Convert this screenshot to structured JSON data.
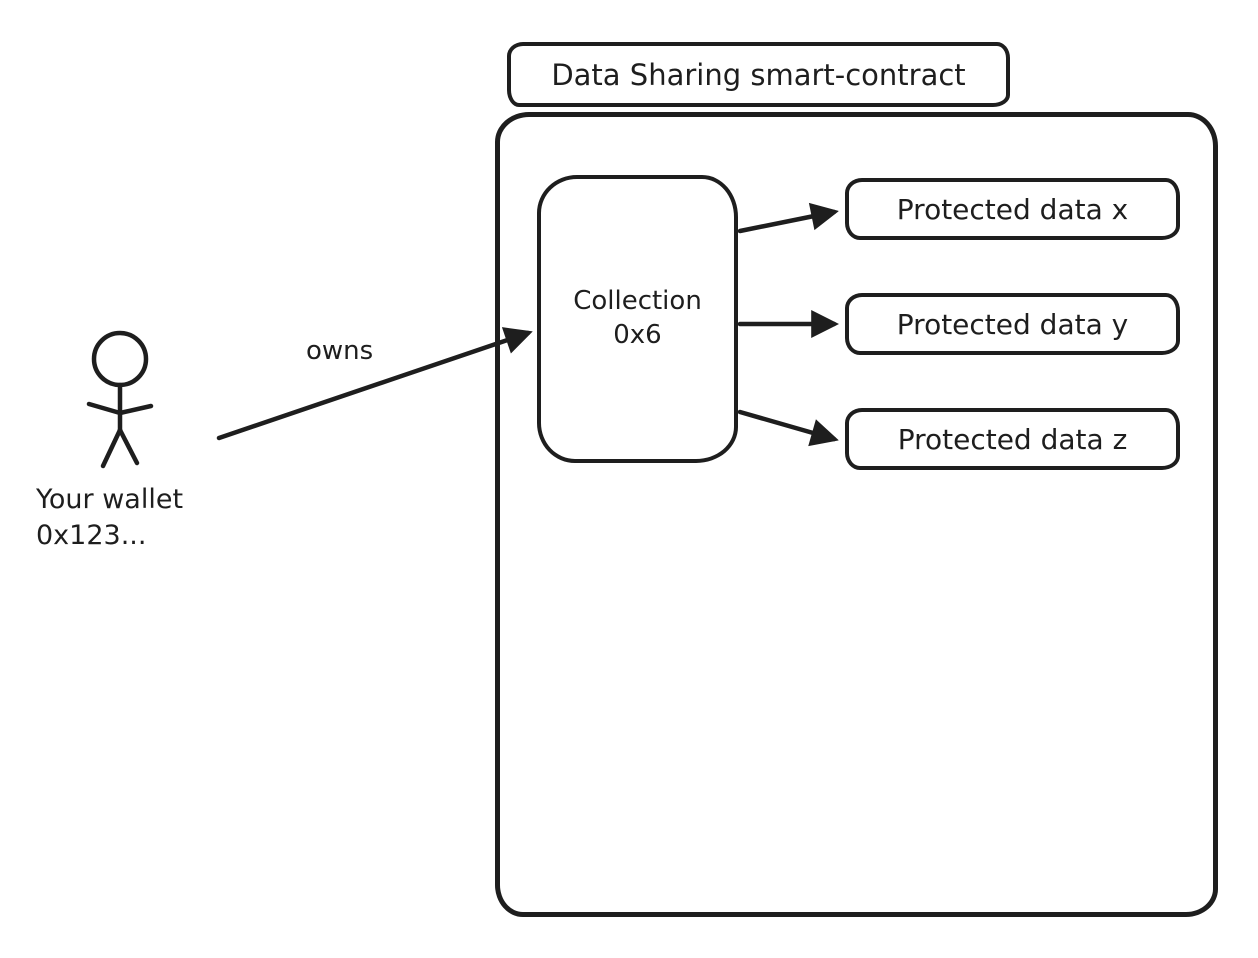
{
  "colors": {
    "stroke": "#1e1e1e",
    "background": "#ffffff"
  },
  "title_box": {
    "label": "Data Sharing smart-contract"
  },
  "collection_node": {
    "line1": "Collection",
    "line2": "0x6"
  },
  "protected_data": [
    {
      "label": "Protected data x"
    },
    {
      "label": "Protected data y"
    },
    {
      "label": "Protected data z"
    }
  ],
  "wallet": {
    "line1": "Your wallet",
    "line2": "0x123..."
  },
  "edges": {
    "owns_label": "owns"
  }
}
